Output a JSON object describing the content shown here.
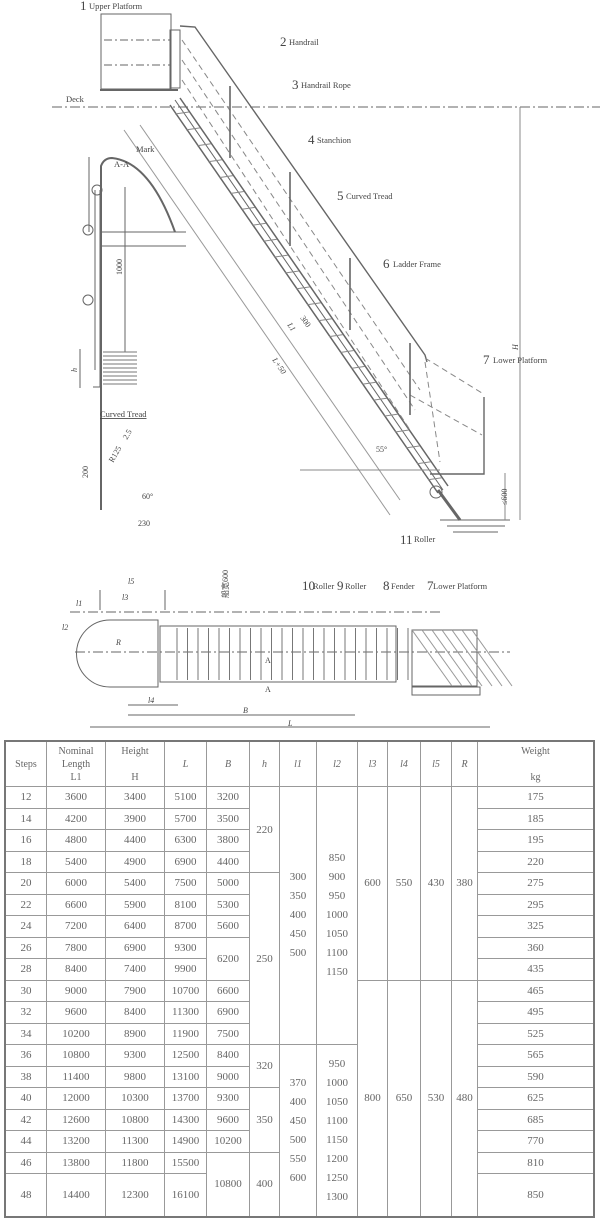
{
  "drawing": {
    "callouts": [
      {
        "num": "1",
        "label": "Upper Platform"
      },
      {
        "num": "2",
        "label": "Handrail"
      },
      {
        "num": "3",
        "label": "Handrail Rope"
      },
      {
        "num": "4",
        "label": "Stanchion"
      },
      {
        "num": "5",
        "label": "Curved Tread"
      },
      {
        "num": "6",
        "label": "Ladder Frame"
      },
      {
        "num": "7",
        "label": "Lower Platform"
      },
      {
        "num": "11",
        "label": "Roller"
      },
      {
        "num": "10",
        "label": "Roller"
      },
      {
        "num": "9",
        "label": "Roller"
      },
      {
        "num": "8",
        "label": "Fender"
      },
      {
        "num": "7",
        "label": "Lower Platform"
      }
    ],
    "deck": "Deck",
    "mark": "Mark",
    "section": "A-A",
    "section_height": "1000",
    "h_label": "h",
    "curved_tread_title": "Curved Tread",
    "tread_radius": "R125",
    "tread_thickness": "2.5",
    "tread_height": "200",
    "tread_angle": "60°",
    "tread_width": "230",
    "ladder_angle": "55°",
    "clearance": "≤600",
    "H": "H",
    "L_plus": "L+50",
    "L1": "L1",
    "tread_pitch": "300",
    "plan": {
      "l1": "l1",
      "l2": "l2",
      "l3": "l3",
      "l4": "l4",
      "l5": "l5",
      "R": "R",
      "B": "B",
      "L": "L",
      "width_note": "船宽600",
      "section_mark": "A"
    }
  },
  "table": {
    "headers": {
      "steps": "Steps",
      "nominal": [
        "Nominal",
        "Length",
        "L1"
      ],
      "height": [
        "Height",
        "H"
      ],
      "L": "L",
      "B": "B",
      "h": "h",
      "l1": "l1",
      "l2": "l2",
      "l3": "l3",
      "l4": "l4",
      "l5": "l5",
      "R": "R",
      "weight": [
        "Weight",
        "kg"
      ]
    },
    "rows": [
      {
        "steps": "12",
        "L1": "3600",
        "H": "3400",
        "L": "5100",
        "B": "3200",
        "weight": "175"
      },
      {
        "steps": "14",
        "L1": "4200",
        "H": "3900",
        "L": "5700",
        "B": "3500",
        "weight": "185"
      },
      {
        "steps": "16",
        "L1": "4800",
        "H": "4400",
        "L": "6300",
        "B": "3800",
        "weight": "195"
      },
      {
        "steps": "18",
        "L1": "5400",
        "H": "4900",
        "L": "6900",
        "B": "4400",
        "weight": "220"
      },
      {
        "steps": "20",
        "L1": "6000",
        "H": "5400",
        "L": "7500",
        "B": "5000",
        "weight": "275"
      },
      {
        "steps": "22",
        "L1": "6600",
        "H": "5900",
        "L": "8100",
        "B": "5300",
        "weight": "295"
      },
      {
        "steps": "24",
        "L1": "7200",
        "H": "6400",
        "L": "8700",
        "B": "5600",
        "weight": "325"
      },
      {
        "steps": "26",
        "L1": "7800",
        "H": "6900",
        "L": "9300",
        "B": "6200",
        "weight": "360"
      },
      {
        "steps": "28",
        "L1": "8400",
        "H": "7400",
        "L": "9900",
        "B": "6200",
        "weight": "435"
      },
      {
        "steps": "30",
        "L1": "9000",
        "H": "7900",
        "L": "10700",
        "B": "6600",
        "weight": "465"
      },
      {
        "steps": "32",
        "L1": "9600",
        "H": "8400",
        "L": "11300",
        "B": "6900",
        "weight": "495"
      },
      {
        "steps": "34",
        "L1": "10200",
        "H": "8900",
        "L": "11900",
        "B": "7500",
        "weight": "525"
      },
      {
        "steps": "36",
        "L1": "10800",
        "H": "9300",
        "L": "12500",
        "B": "8400",
        "weight": "565"
      },
      {
        "steps": "38",
        "L1": "11400",
        "H": "9800",
        "L": "13100",
        "B": "9000",
        "weight": "590"
      },
      {
        "steps": "40",
        "L1": "12000",
        "H": "10300",
        "L": "13700",
        "B": "9300",
        "weight": "625"
      },
      {
        "steps": "42",
        "L1": "12600",
        "H": "10800",
        "L": "14300",
        "B": "9600",
        "weight": "685"
      },
      {
        "steps": "44",
        "L1": "13200",
        "H": "11300",
        "L": "14900",
        "B": "10200",
        "weight": "770"
      },
      {
        "steps": "46",
        "L1": "13800",
        "H": "11800",
        "L": "15500",
        "B": "10800",
        "weight": "810"
      },
      {
        "steps": "48",
        "L1": "14400",
        "H": "12300",
        "L": "16100",
        "B": "10800",
        "weight": "850"
      }
    ],
    "h_groups": [
      "220",
      "250",
      "320",
      "350",
      "400"
    ],
    "l1_groups": [
      [
        "300",
        "350",
        "400",
        "450",
        "500"
      ],
      [
        "370",
        "400",
        "450",
        "500",
        "550",
        "600"
      ]
    ],
    "l2_groups": [
      [
        "850",
        "900",
        "950",
        "1000",
        "1050",
        "1100",
        "1150"
      ],
      [
        "950",
        "1000",
        "1050",
        "1100",
        "1150",
        "1200",
        "1250",
        "1300"
      ]
    ],
    "fixed_groups": [
      {
        "l3": "600",
        "l4": "550",
        "l5": "430",
        "R": "380"
      },
      {
        "l3": "800",
        "l4": "650",
        "l5": "530",
        "R": "480"
      }
    ]
  }
}
